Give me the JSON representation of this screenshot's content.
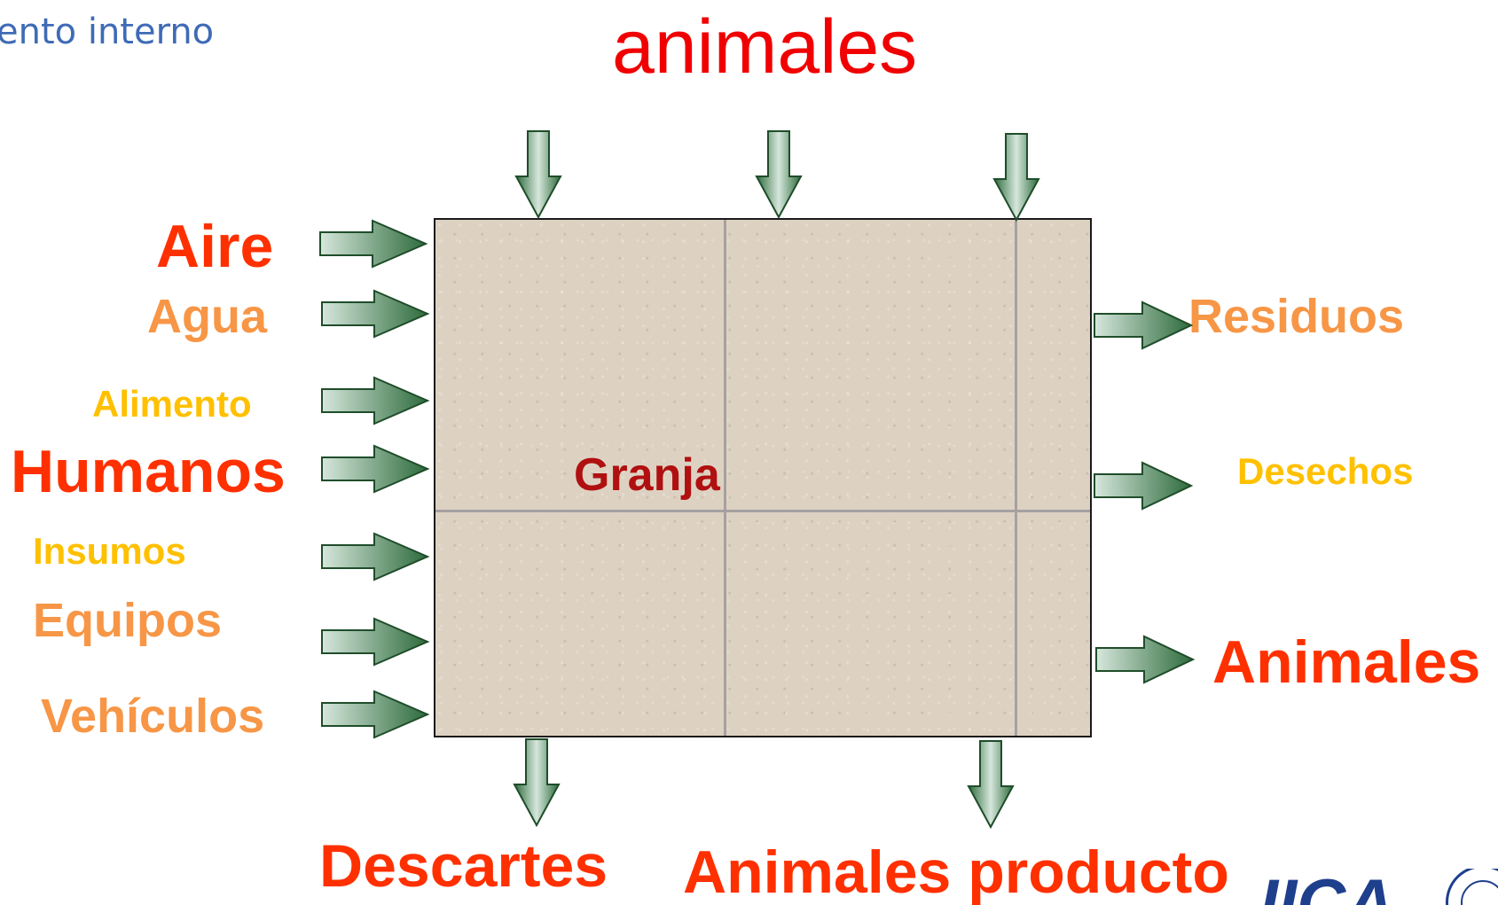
{
  "header": {
    "fragment": "ento interno",
    "title": "animales"
  },
  "farm": {
    "label": "Granja"
  },
  "inputs": {
    "aire": "Aire",
    "agua": "Agua",
    "alimento": "Alimento",
    "humanos": "Humanos",
    "insumos": "Insumos",
    "equipos": "Equipos",
    "vehiculos": "Vehículos"
  },
  "outputs": {
    "residuos": "Residuos",
    "desechos": "Desechos",
    "animales": "Animales",
    "descartes": "Descartes",
    "animales_producto": "Animales producto"
  },
  "logo": {
    "text": "IICA"
  },
  "colors": {
    "title_red": "#f00000",
    "strong_red": "#ff3000",
    "orange": "#f79646",
    "yellow": "#ffc000",
    "farm_label": "#b01010",
    "arrow_dark": "#2e6b3c",
    "arrow_light": "#d6e7dc",
    "header_blue": "#3f6bb6"
  }
}
